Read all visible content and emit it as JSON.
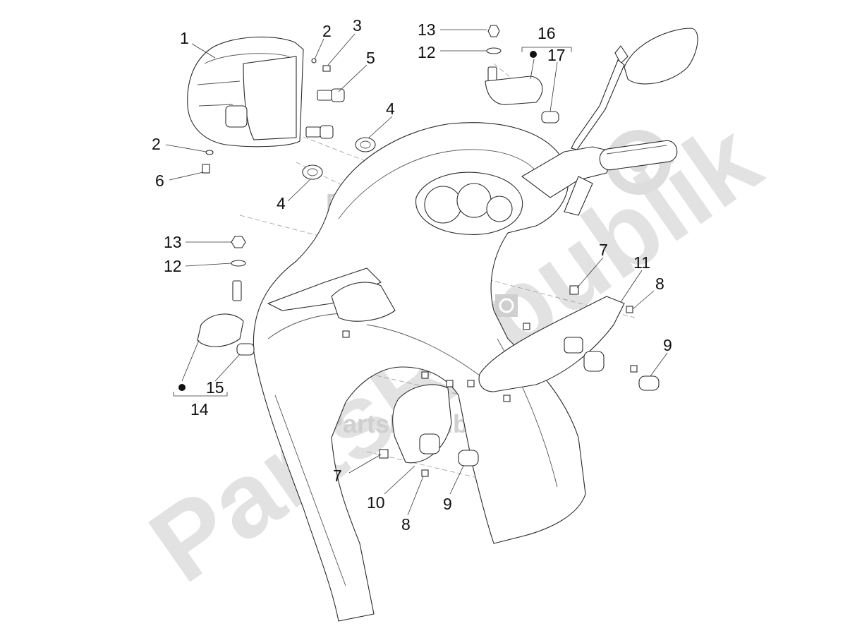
{
  "watermark": {
    "brand": "PartsRepublik",
    "large_text": "PartsRepublik",
    "color": "#d0d0d0",
    "separator": "|"
  },
  "callouts": {
    "c1": "1",
    "c2a": "2",
    "c2b": "2",
    "c3": "3",
    "c4a": "4",
    "c4b": "4",
    "c5": "5",
    "c6": "6",
    "c7a": "7",
    "c7b": "7",
    "c8a": "8",
    "c8b": "8",
    "c9a": "9",
    "c9b": "9",
    "c10": "10",
    "c11": "11",
    "c12a": "12",
    "c12b": "12",
    "c13a": "13",
    "c13b": "13",
    "c14": "14",
    "c15": "15",
    "c16": "16",
    "c17": "17"
  },
  "colors": {
    "line": "#2a2a2a",
    "text": "#111111",
    "dash": "#9a9a9a"
  }
}
